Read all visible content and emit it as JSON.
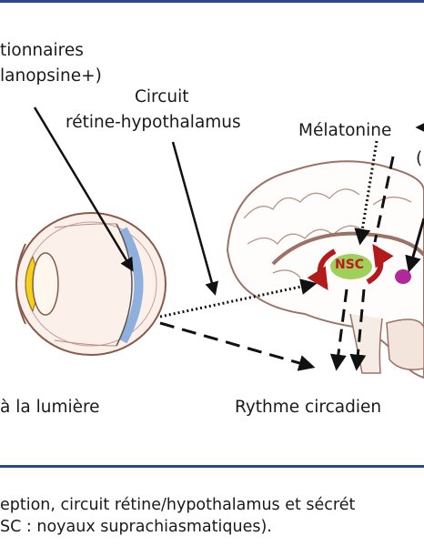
{
  "labels": {
    "photoreceptors_line1": "tionnaires",
    "photoreceptors_line2": "lanopsine+)",
    "circuit_line1": "Circuit",
    "circuit_line2": "rétine-hypothalamus",
    "melatonin": "Mélatonine",
    "paren_fragment": "(",
    "nsc": "NSC",
    "light": "à la lumière",
    "rhythm": "Rythme circadien"
  },
  "caption": {
    "line1": "eption, circuit rétine/hypothalamus et sécrét",
    "line2": "SC : noyaux suprachiasmatiques)."
  },
  "colors": {
    "rule": "#2b4a8c",
    "nsc_fill": "#9fd05a",
    "nsc_text": "#c0181e",
    "red_arrows": "#b31b1b",
    "pineal": "#b0289a",
    "lens": "#f5d21a",
    "retina": "#8fb0dc"
  }
}
